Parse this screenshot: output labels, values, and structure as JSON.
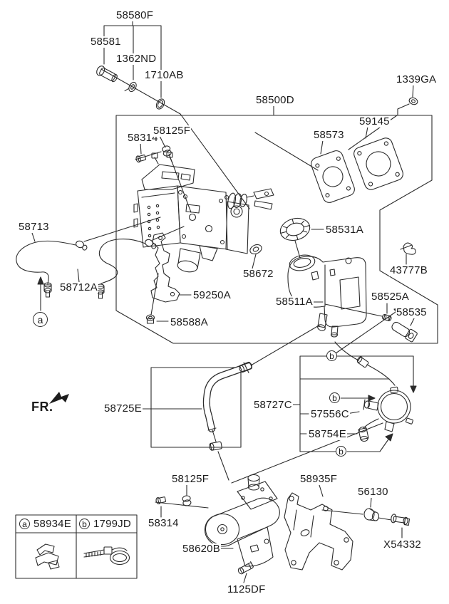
{
  "page": {
    "background": "#ffffff",
    "line_color": "#2b2b2b",
    "text_color": "#1c1c1c"
  },
  "fr": "FR.",
  "markers": {
    "a": "a",
    "b": "b"
  },
  "labels": {
    "b58580F": "58580F",
    "b58581": "58581",
    "b1362ND": "1362ND",
    "b1710AB": "1710AB",
    "b1339GA": "1339GA",
    "b58500D": "58500D",
    "b59145": "59145",
    "b58573": "58573",
    "b58314_top": "58314",
    "b58125F_top": "58125F",
    "b58713": "58713",
    "b58531A": "58531A",
    "b58672": "58672",
    "b43777B": "43777B",
    "b58712A": "58712A",
    "b59250A": "59250A",
    "b58511A": "58511A",
    "b58525A": "58525A",
    "b58535": "58535",
    "b58588A": "58588A",
    "b58725E": "58725E",
    "b58727C": "58727C",
    "b57556C": "57556C",
    "b58754E": "58754E",
    "b58125F_bottom": "58125F",
    "b58314_bottom": "58314",
    "b58935F": "58935F",
    "b56130": "56130",
    "bX54332": "X54332",
    "b58620B": "58620B",
    "b1125DF": "1125DF"
  },
  "legend": {
    "rows": [
      {
        "marker": "a",
        "part": "58934E"
      },
      {
        "marker": "b",
        "part": "1799JD"
      }
    ]
  }
}
